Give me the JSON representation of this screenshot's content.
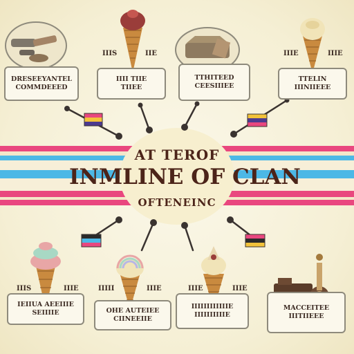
{
  "title": {
    "line1": "AT TEROF",
    "line2": "INMLINE OF CLAN",
    "line3": "OFTENEINC"
  },
  "top_row": [
    {
      "label_a": "DRESEEYANTEL",
      "label_b": "COMMDEEED"
    },
    {
      "side_left": "IIIS",
      "side_right": "IIE",
      "label_a": "IIII TIIE",
      "label_b": "TIIEE"
    },
    {
      "label_a": "TTHITEED",
      "label_b": "CEESIIIEE"
    },
    {
      "side_left": "IIIE",
      "side_right": "IIIE",
      "label_a": "TTELIN",
      "label_b": "IIINIIEEE"
    }
  ],
  "bottom_row": [
    {
      "side_left": "IIIS",
      "side_right": "IIIE",
      "label_a": "IEIIUA AEEIIIE",
      "label_b": "SEIIIIE"
    },
    {
      "side_left": "IIIII",
      "side_right": "IIIE",
      "label_a": "OHE AUTEIEE",
      "label_b": "CIINEEIIE"
    },
    {
      "side_left": "IIIE",
      "side_right": "IIIE",
      "label_a": "IIIIIIIIIIIIE",
      "label_b": "IIIIIIIIIIE"
    },
    {
      "label_a": "MACCEITEE",
      "label_b": "IIITIIEEE"
    }
  ],
  "colors": {
    "pink": "#e9477f",
    "blue": "#4cb8e6",
    "cream": "#f7efd8",
    "title_text": "#4c2419",
    "cone": "#c98a3f",
    "scoop_pink": "#e8a6a6",
    "scoop_mint": "#a8d8c4",
    "scoop_vanilla": "#f1e4b8"
  }
}
